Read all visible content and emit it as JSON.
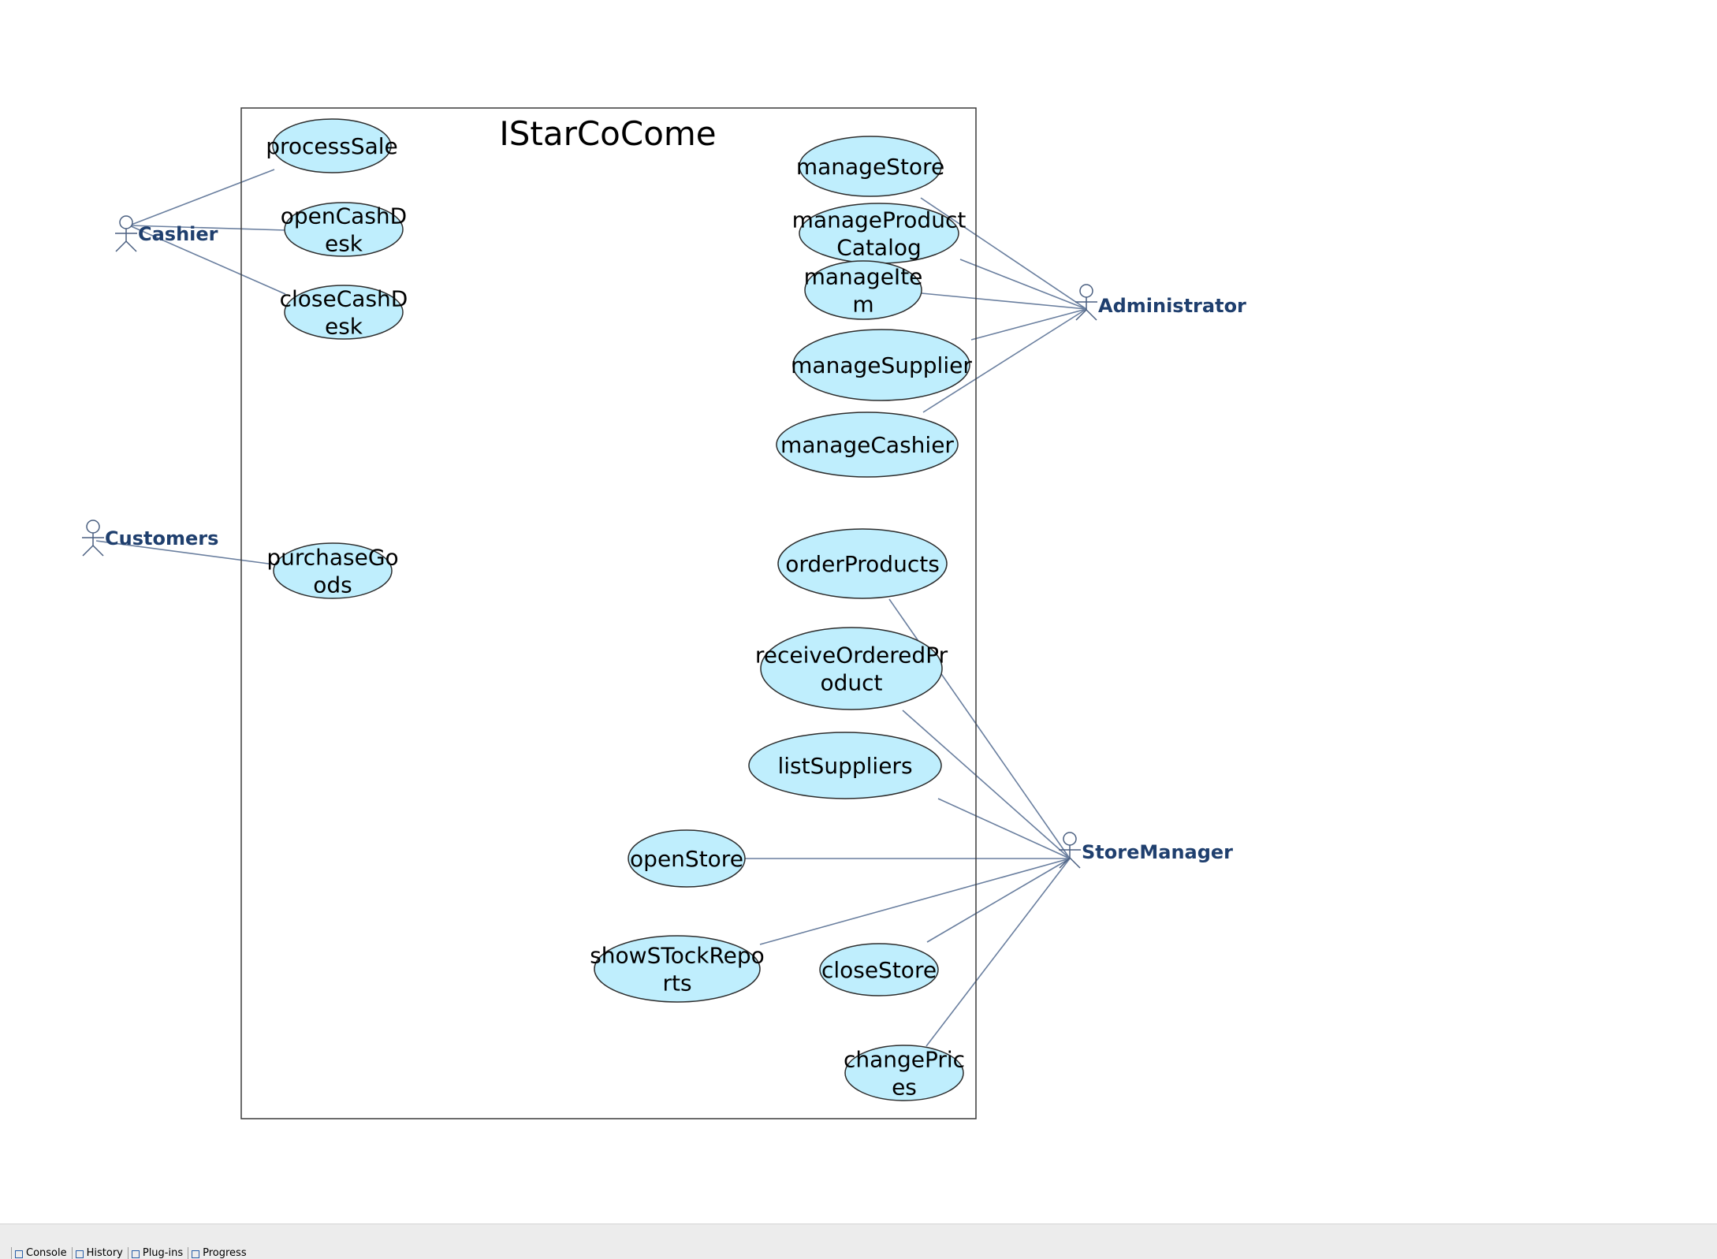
{
  "diagram": {
    "system_title": "IStarCoCome",
    "colors": {
      "usecase_fill": "#bfeefd",
      "usecase_stroke": "#2c2c2c",
      "line": "#6a7f9f",
      "actor_stroke": "#4a5f80",
      "actor_label": "#1f3f6e",
      "boundary": "#3a3a3a"
    },
    "actors": [
      {
        "id": "cashier",
        "label": "Cashier"
      },
      {
        "id": "customers",
        "label": "Customers"
      },
      {
        "id": "administrator",
        "label": "Administrator"
      },
      {
        "id": "storemanager",
        "label": "StoreManager"
      }
    ],
    "usecases": [
      {
        "id": "processSale",
        "lines": [
          "processSale"
        ]
      },
      {
        "id": "openCashDesk",
        "lines": [
          "openCashD",
          "esk"
        ]
      },
      {
        "id": "closeCashDesk",
        "lines": [
          "closeCashD",
          "esk"
        ]
      },
      {
        "id": "purchaseGoods",
        "lines": [
          "purchaseGo",
          "ods"
        ]
      },
      {
        "id": "manageStore",
        "lines": [
          "manageStore"
        ]
      },
      {
        "id": "manageProductCatalog",
        "lines": [
          "manageProduct",
          "Catalog"
        ]
      },
      {
        "id": "manageItem",
        "lines": [
          "manageIte",
          "m"
        ]
      },
      {
        "id": "manageSupplier",
        "lines": [
          "manageSupplier"
        ]
      },
      {
        "id": "manageCashier",
        "lines": [
          "manageCashier"
        ]
      },
      {
        "id": "orderProducts",
        "lines": [
          "orderProducts"
        ]
      },
      {
        "id": "receiveOrderedProduct",
        "lines": [
          "receiveOrderedPr",
          "oduct"
        ]
      },
      {
        "id": "listSuppliers",
        "lines": [
          "listSuppliers"
        ]
      },
      {
        "id": "openStore",
        "lines": [
          "openStore"
        ]
      },
      {
        "id": "showSTockReports",
        "lines": [
          "showSTockRepo",
          "rts"
        ]
      },
      {
        "id": "closeStore",
        "lines": [
          "closeStore"
        ]
      },
      {
        "id": "changePrices",
        "lines": [
          "changePric",
          "es"
        ]
      }
    ],
    "associations": [
      {
        "actor": "cashier",
        "usecase": "processSale"
      },
      {
        "actor": "cashier",
        "usecase": "openCashDesk"
      },
      {
        "actor": "cashier",
        "usecase": "closeCashDesk"
      },
      {
        "actor": "customers",
        "usecase": "purchaseGoods"
      },
      {
        "actor": "administrator",
        "usecase": "manageStore"
      },
      {
        "actor": "administrator",
        "usecase": "manageProductCatalog"
      },
      {
        "actor": "administrator",
        "usecase": "manageItem"
      },
      {
        "actor": "administrator",
        "usecase": "manageSupplier"
      },
      {
        "actor": "administrator",
        "usecase": "manageCashier"
      },
      {
        "actor": "storemanager",
        "usecase": "orderProducts"
      },
      {
        "actor": "storemanager",
        "usecase": "receiveOrderedProduct"
      },
      {
        "actor": "storemanager",
        "usecase": "listSuppliers"
      },
      {
        "actor": "storemanager",
        "usecase": "openStore"
      },
      {
        "actor": "storemanager",
        "usecase": "showSTockReports"
      },
      {
        "actor": "storemanager",
        "usecase": "closeStore"
      },
      {
        "actor": "storemanager",
        "usecase": "changePrices"
      }
    ]
  },
  "bottom_panel": {
    "tabs": [
      {
        "label": "Console",
        "icon": "console-icon"
      },
      {
        "label": "History",
        "icon": "history-icon"
      },
      {
        "label": "Plug-ins",
        "icon": "plugin-icon"
      },
      {
        "label": "Progress",
        "icon": "progress-icon"
      }
    ]
  }
}
